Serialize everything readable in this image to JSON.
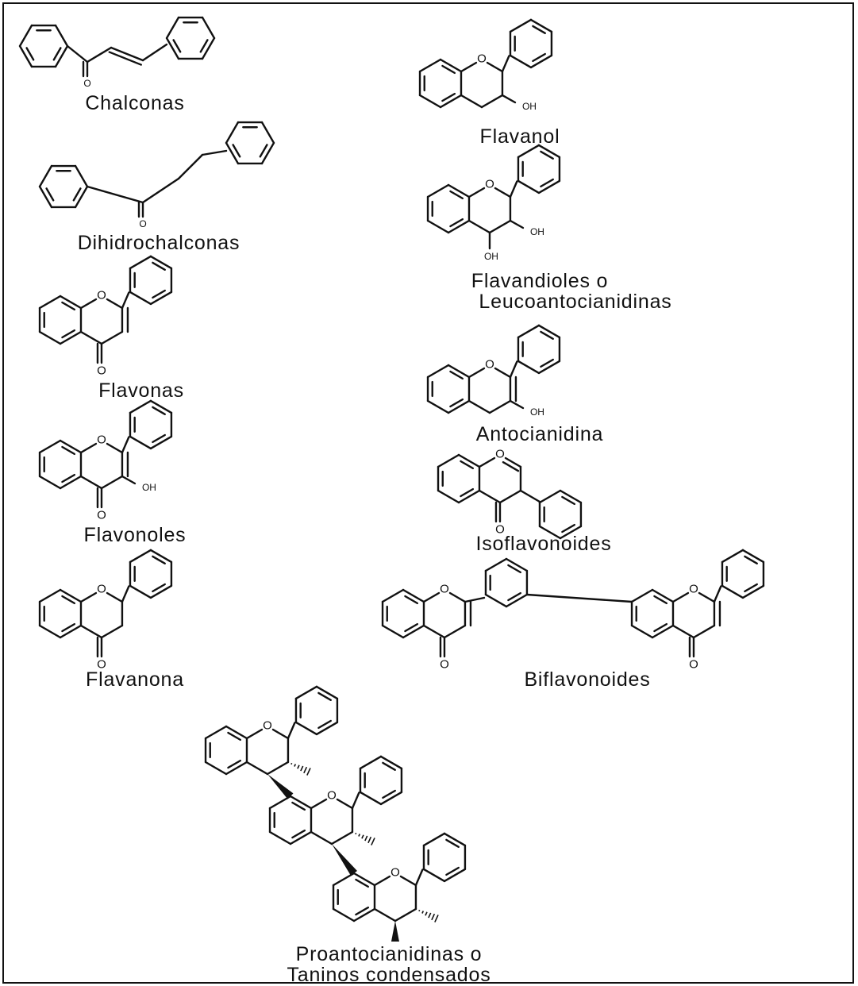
{
  "labels": {
    "chalconas": "Chalconas",
    "dihidrochalconas": "Dihidrochalconas",
    "flavonas": "Flavonas",
    "flavonoles": "Flavonoles",
    "flavanona": "Flavanona",
    "flavanol": "Flavanol",
    "flavandioles_line1": "Flavandioles o",
    "flavandioles_line2": "Leucoantocianidinas",
    "antocianidina": "Antocianidina",
    "isoflavonoides": "Isoflavonoides",
    "biflavonoides": "Biflavonoides",
    "proanto_line1": "Proantocianidinas o",
    "proanto_line2": "Taninos condensados"
  },
  "atoms": {
    "oxygen": "O",
    "hydroxyl": "OH"
  }
}
